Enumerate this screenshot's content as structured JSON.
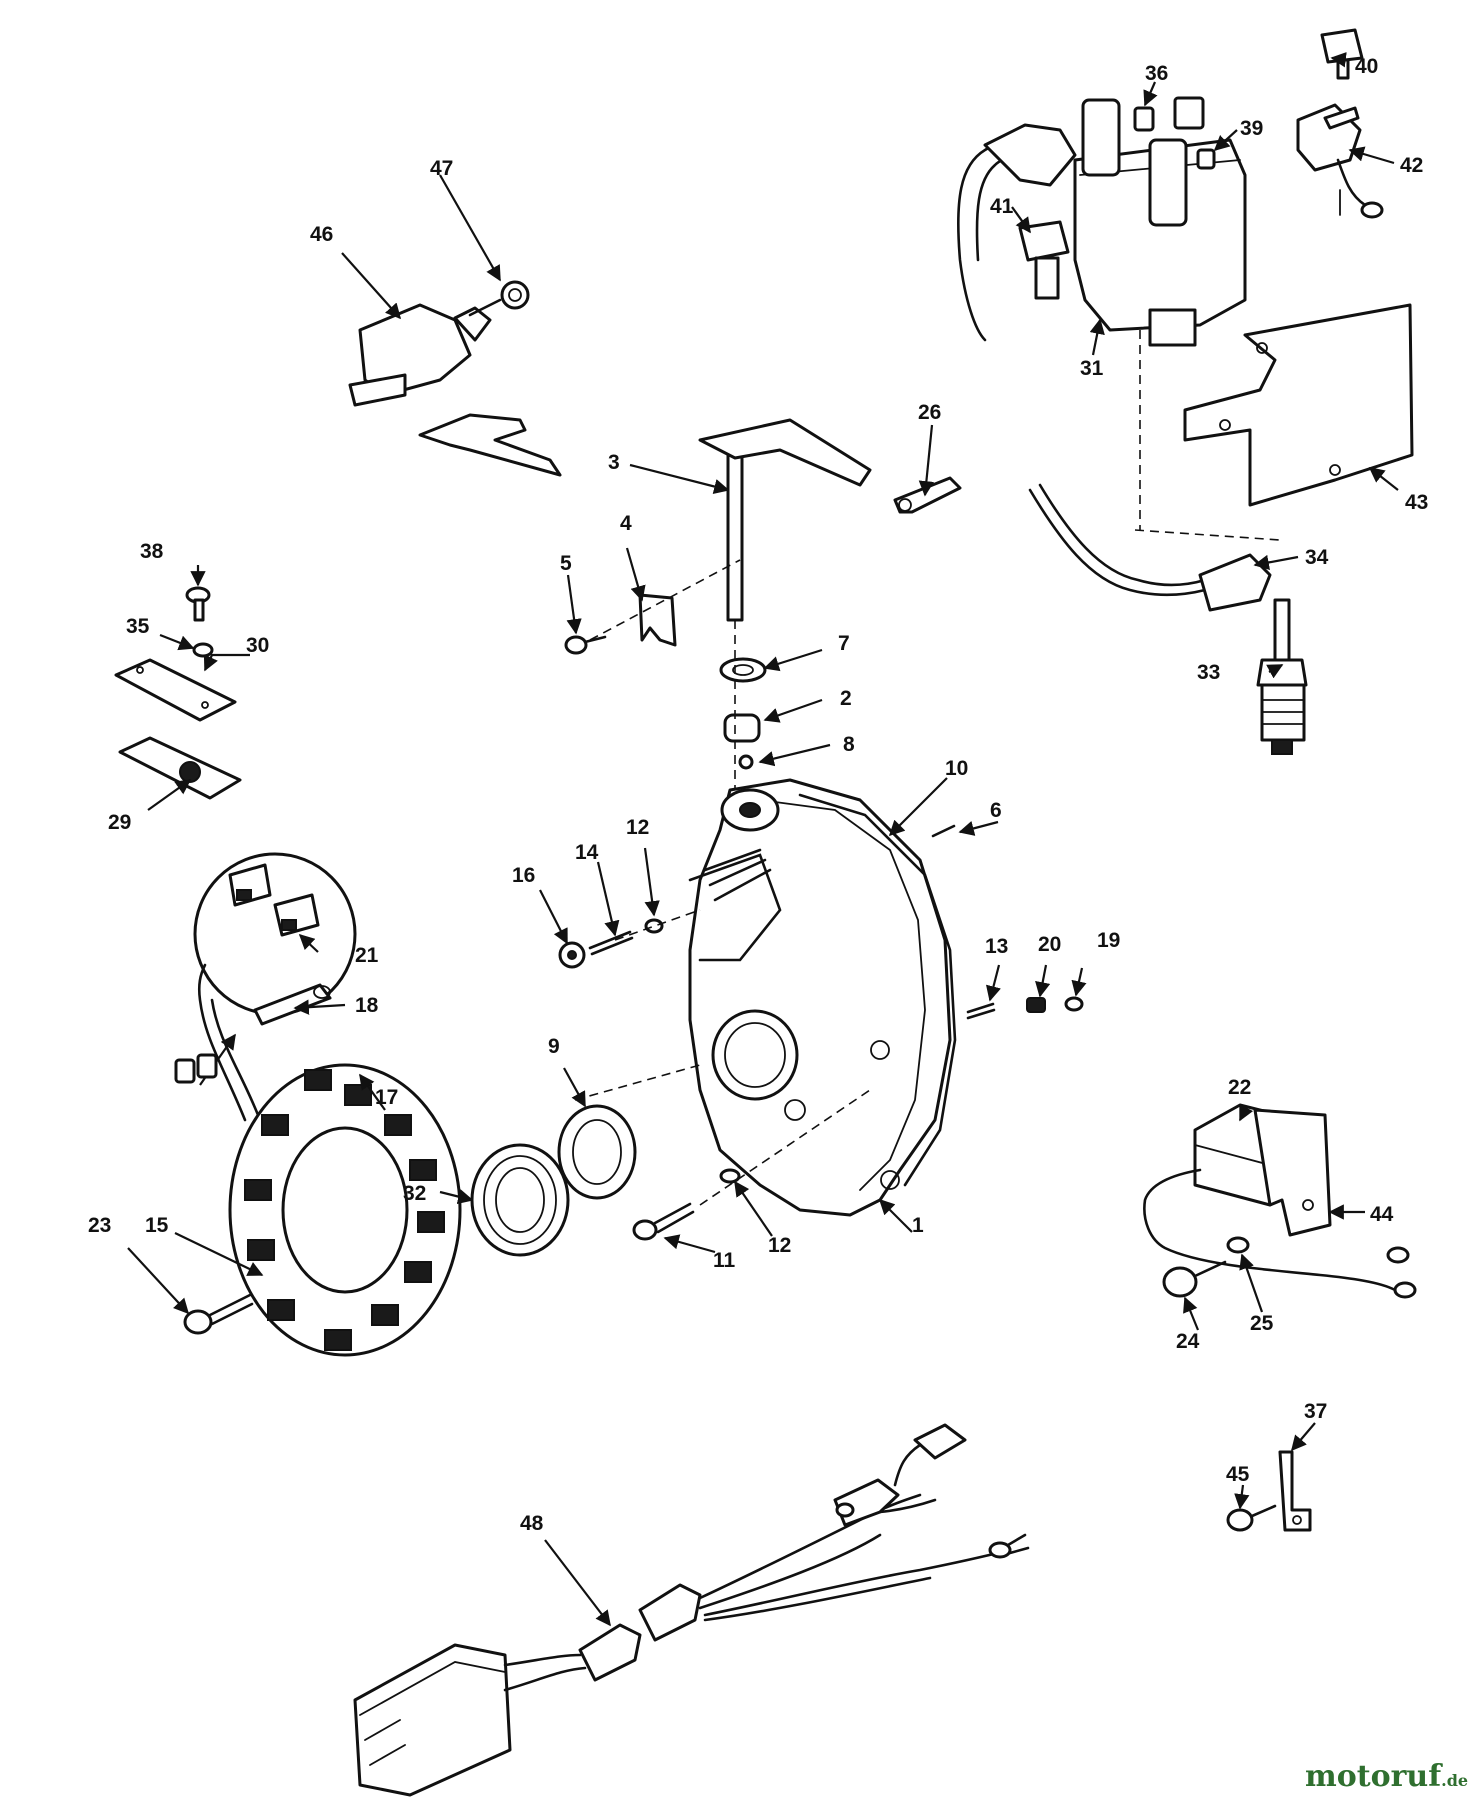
{
  "diagram": {
    "labels": {
      "p1": "1",
      "p2": "2",
      "p3": "3",
      "p4": "4",
      "p5": "5",
      "p6": "6",
      "p7": "7",
      "p8": "8",
      "p9": "9",
      "p10": "10",
      "p11": "11",
      "p12a": "12",
      "p12b": "12",
      "p13": "13",
      "p14": "14",
      "p15": "15",
      "p16": "16",
      "p17": "17",
      "p18": "18",
      "p19": "19",
      "p20": "20",
      "p21": "21",
      "p22": "22",
      "p23": "23",
      "p24": "24",
      "p25": "25",
      "p26": "26",
      "p29": "29",
      "p30": "30",
      "p31": "31",
      "p32": "32",
      "p33": "33",
      "p34": "34",
      "p35": "35",
      "p36": "36",
      "p37": "37",
      "p38": "38",
      "p39": "39",
      "p40": "40",
      "p41": "41",
      "p42": "42",
      "p43": "43",
      "p44": "44",
      "p45": "45",
      "p46": "46",
      "p47": "47",
      "p48": "48"
    }
  },
  "watermark": {
    "brand": "motoruf",
    "tld": ".de",
    "colors": {
      "brand": "#2f6f2f",
      "dot": "#c0392b"
    }
  }
}
